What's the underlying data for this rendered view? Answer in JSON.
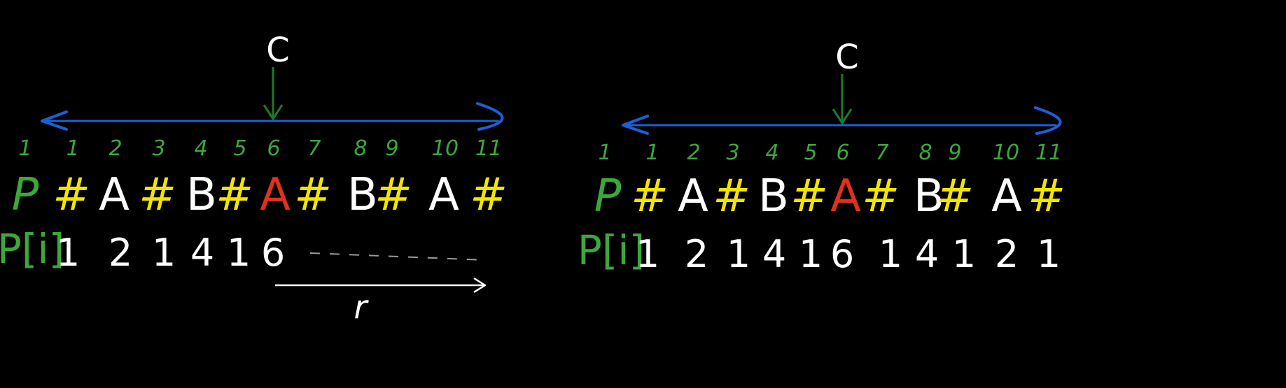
{
  "colors": {
    "background": "#000000",
    "index": "#3ca83c",
    "hash": "#f2e600",
    "letter": "#ffffff",
    "center_letter": "#e0301e",
    "p_label": "#3ca83c",
    "radius_value": "#ffffff",
    "bracket_axis": "#1f5fd6",
    "center_arrow": "#1c7a2a",
    "r_arrow": "#ffffff",
    "dashes": "#9a9a9a"
  },
  "panels": [
    {
      "name": "left",
      "center_label": "C",
      "p_label": "P",
      "pi_label": "P[i]",
      "indices": [
        "1",
        "1",
        "2",
        "3",
        "4",
        "5",
        "6",
        "7",
        "8",
        "9",
        "10",
        "11"
      ],
      "chars": [
        "#",
        "A",
        "#",
        "B",
        "#",
        "A",
        "#",
        "B",
        "#",
        "A",
        "#"
      ],
      "center_char_index": 5,
      "p_values": [
        "1",
        "2",
        "1",
        "4",
        "1",
        "6"
      ],
      "r_label": "r"
    },
    {
      "name": "right",
      "center_label": "C",
      "p_label": "P",
      "pi_label": "P[i]",
      "indices": [
        "1",
        "1",
        "2",
        "3",
        "4",
        "5",
        "6",
        "7",
        "8",
        "9",
        "10",
        "11"
      ],
      "chars": [
        "#",
        "A",
        "#",
        "B",
        "#",
        "A",
        "#",
        "B",
        "#",
        "A",
        "#"
      ],
      "center_char_index": 5,
      "p_values": [
        "1",
        "2",
        "1",
        "4",
        "1",
        "6",
        "1",
        "4",
        "1",
        "2",
        "1"
      ],
      "r_label": ""
    }
  ]
}
